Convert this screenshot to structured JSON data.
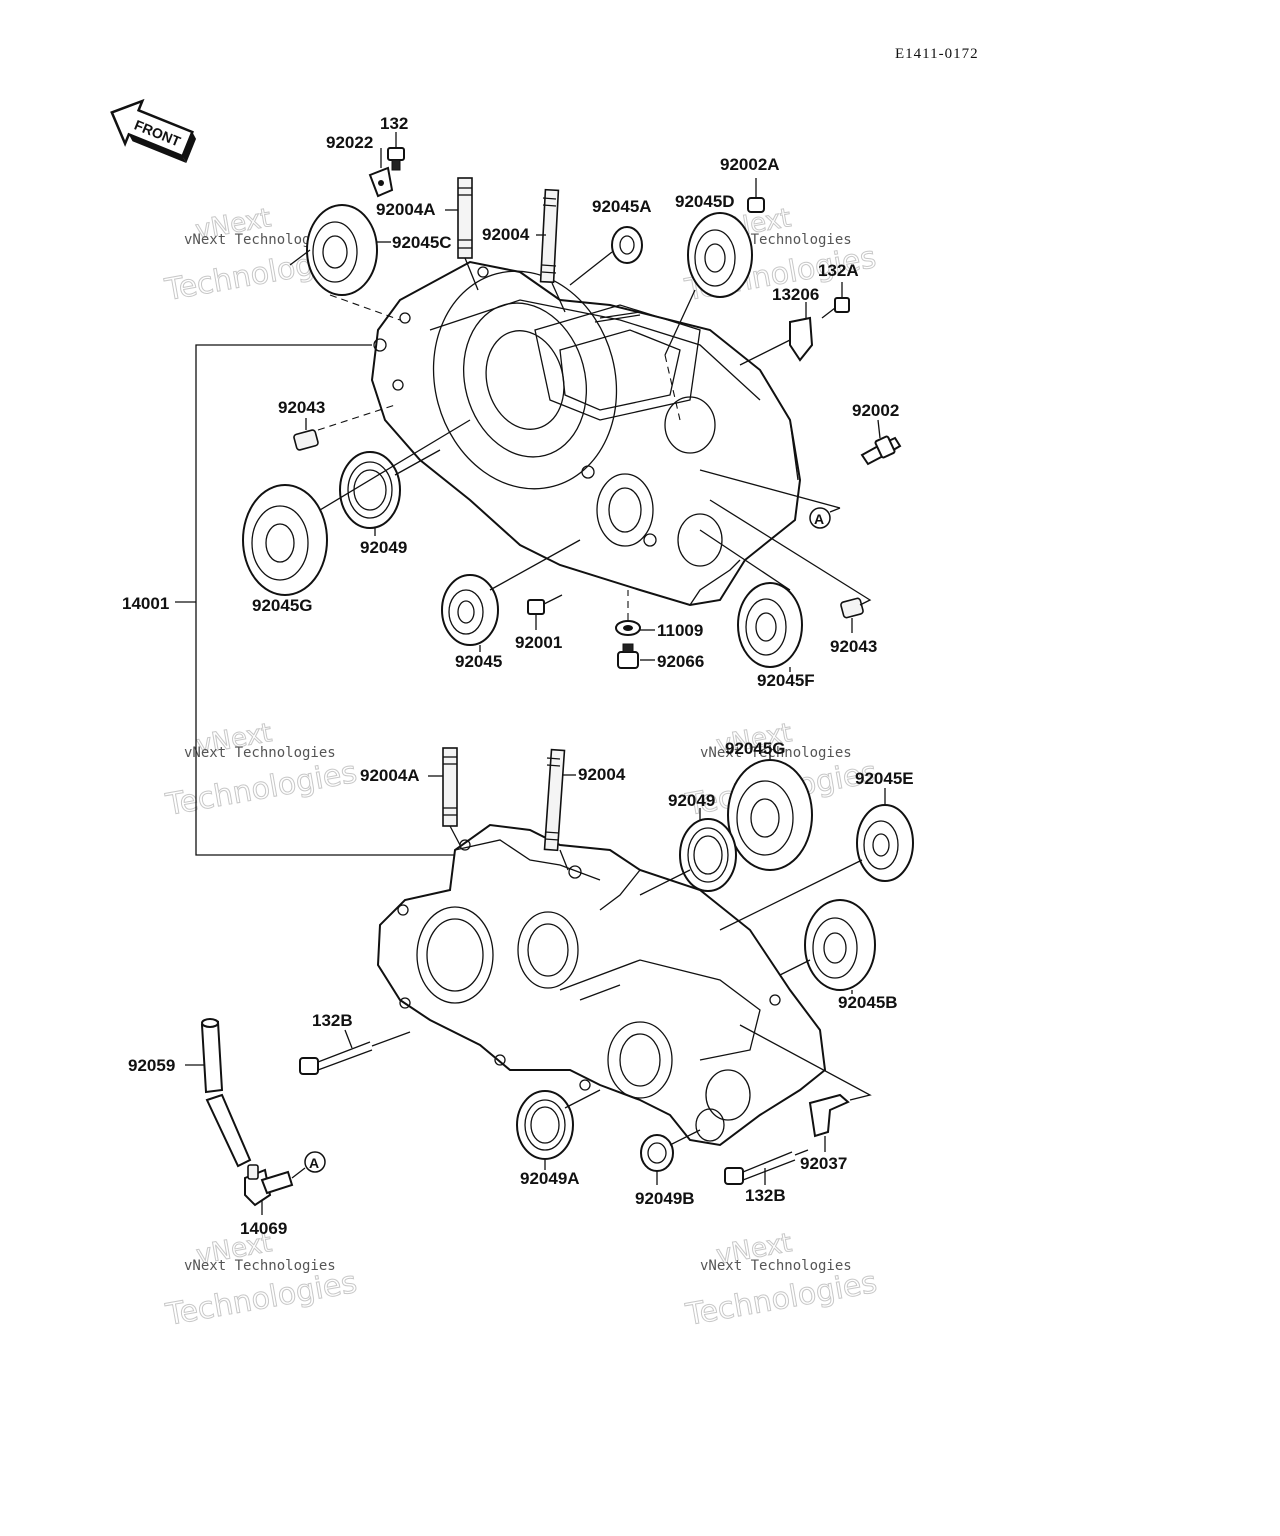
{
  "diagram_code": "E1411-0172",
  "front_label": "FRONT",
  "ref_marker": "A",
  "watermark": {
    "line1": "vNext",
    "line2": "Technologies",
    "small": "vNext Technologies"
  },
  "labels": {
    "p132": "132",
    "p92022": "92022",
    "p92004A_top": "92004A",
    "p92004_top": "92004",
    "p92045A": "92045A",
    "p92045D": "92045D",
    "p92002A": "92002A",
    "p132A": "132A",
    "p13206": "13206",
    "p92045C": "92045C",
    "p92043_left": "92043",
    "p92002": "92002",
    "p92049_top": "92049",
    "p92045G_top": "92045G",
    "p14001": "14001",
    "p92045": "92045",
    "p92001": "92001",
    "p11009": "11009",
    "p92066": "92066",
    "p92045F": "92045F",
    "p92043_right": "92043",
    "p92004A_bot": "92004A",
    "p92004_bot": "92004",
    "p92045G_bot": "92045G",
    "p92049_bot": "92049",
    "p92045E": "92045E",
    "p92045B": "92045B",
    "p132B_left": "132B",
    "p92059": "92059",
    "p92049A": "92049A",
    "p92049B": "92049B",
    "p132B_right": "132B",
    "p92037": "92037",
    "p14069": "14069"
  }
}
